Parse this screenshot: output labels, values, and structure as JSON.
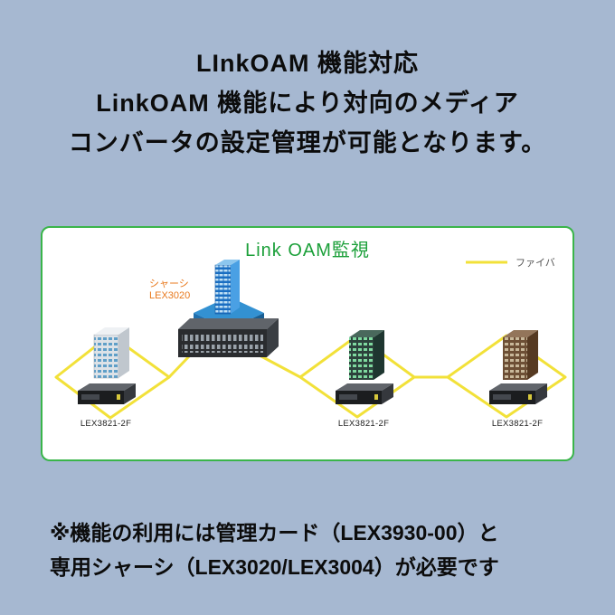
{
  "headline": {
    "lines": [
      "LInkOAM 機能対応",
      "LinkOAM 機能により対向のメディア",
      "コンバータの設定管理が可能となります。"
    ]
  },
  "diagram": {
    "title": "Link OAM監視",
    "legend_label": "ファイバ",
    "chassis_label": {
      "line1": "シャーシ",
      "line2": "LEX3020"
    },
    "device_labels": [
      "LEX3821-2F",
      "LEX3821-2F",
      "LEX3821-2F"
    ],
    "colors": {
      "panel_border_green": "#3ab54a",
      "title_green": "#1ca03a",
      "fiber_yellow": "#f2e139",
      "chassis_label_orange": "#e8791d",
      "background_blue": "#a6b8d1"
    }
  },
  "footnote": {
    "lines": [
      "※機能の利用には管理カード（LEX3930-00）と",
      "専用シャーシ（LEX3020/LEX3004）が必要です"
    ]
  }
}
